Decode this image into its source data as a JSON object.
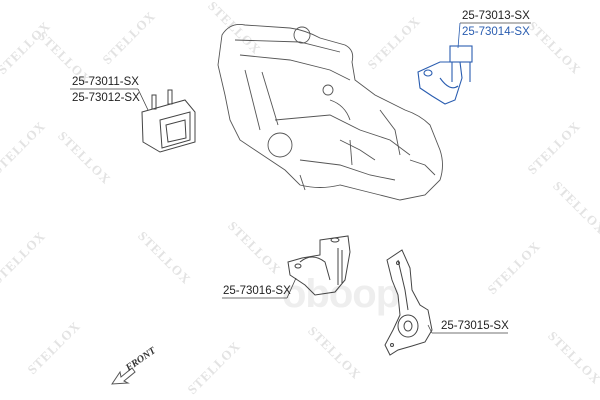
{
  "diagram": {
    "brand_watermark": "STELLOX",
    "overlay_watermark": "oboop",
    "orientation_label": "FRONT",
    "parts": [
      {
        "id": "engine_mount_left",
        "labels": [
          "25-73011-SX",
          "25-73012-SX"
        ],
        "label_color": "#222222",
        "part_color": "#333333"
      },
      {
        "id": "engine_mount_right",
        "labels": [
          "25-73013-SX",
          "25-73014-SX"
        ],
        "label_colors": [
          "#222222",
          "#2a5db0"
        ],
        "part_color": "#2a5db0"
      },
      {
        "id": "gearbox_mount_rear",
        "labels": [
          "25-73016-SX"
        ],
        "label_color": "#222222",
        "part_color": "#333333"
      },
      {
        "id": "torque_rod_mount",
        "labels": [
          "25-73015-SX"
        ],
        "label_color": "#222222",
        "part_color": "#333333"
      }
    ],
    "colors": {
      "line_art": "#444444",
      "highlight": "#2a5db0",
      "watermark": "#e3e3e3"
    }
  }
}
